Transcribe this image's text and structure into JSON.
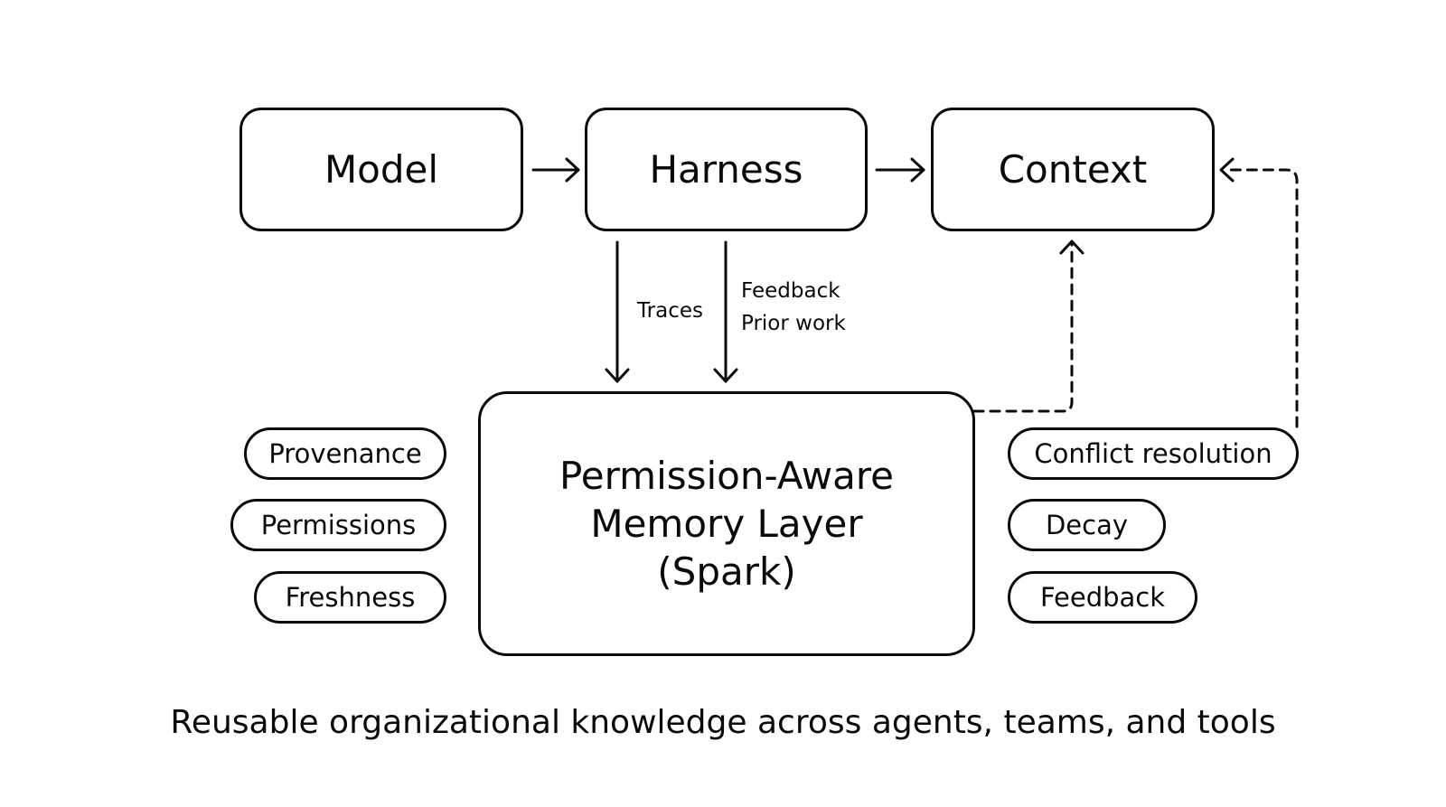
{
  "nodes": {
    "model": "Model",
    "harness": "Harness",
    "context": "Context",
    "memory_line1": "Permission-Aware",
    "memory_line2": "Memory Layer",
    "memory_line3": "(Spark)"
  },
  "edge_labels": {
    "traces": "Traces",
    "feedback": "Feedback",
    "prior_work": "Prior work"
  },
  "left_properties": [
    "Provenance",
    "Permissions",
    "Freshness"
  ],
  "right_properties": [
    "Conflict resolution",
    "Decay",
    "Feedback"
  ],
  "caption": "Reusable organizational knowledge across agents, teams, and tools"
}
